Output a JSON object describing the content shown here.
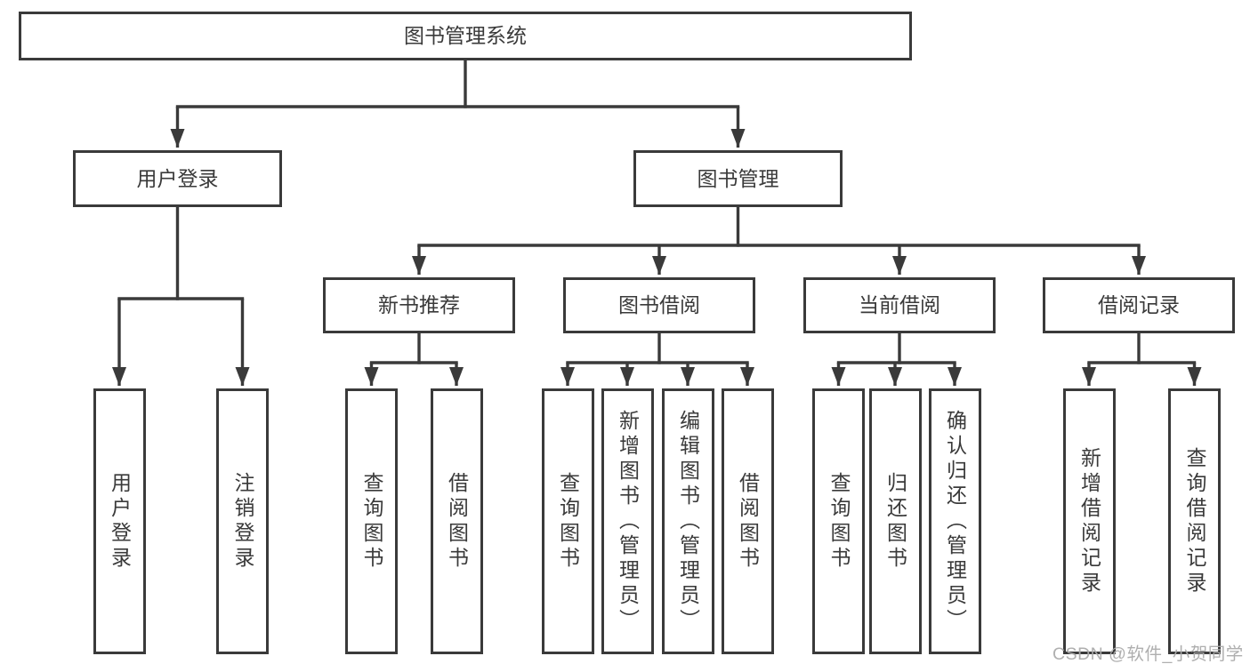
{
  "tree": {
    "root": {
      "label": "图书管理系统"
    },
    "level2": [
      {
        "label": "用户登录"
      },
      {
        "label": "图书管理"
      }
    ],
    "level3": [
      {
        "label": "新书推荐"
      },
      {
        "label": "图书借阅"
      },
      {
        "label": "当前借阅"
      },
      {
        "label": "借阅记录"
      }
    ],
    "leaves": [
      {
        "label": "用户登录"
      },
      {
        "label": "注销登录"
      },
      {
        "label": "查询图书"
      },
      {
        "label": "借阅图书"
      },
      {
        "label": "查询图书"
      },
      {
        "label": "新增图书（管理员）"
      },
      {
        "label": "编辑图书（管理员）"
      },
      {
        "label": "借阅图书"
      },
      {
        "label": "查询图书"
      },
      {
        "label": "归还图书"
      },
      {
        "label": "确认归还（管理员）"
      },
      {
        "label": "新增借阅记录"
      },
      {
        "label": "查询借阅记录"
      }
    ]
  },
  "watermark": {
    "text": "CSDN @软件_小贺同学"
  },
  "colors": {
    "line": "#3a3a3a",
    "text": "#3a3a3a",
    "box_background": "#ffffff",
    "page_background": "#ffffff",
    "watermark": "#ababab"
  }
}
